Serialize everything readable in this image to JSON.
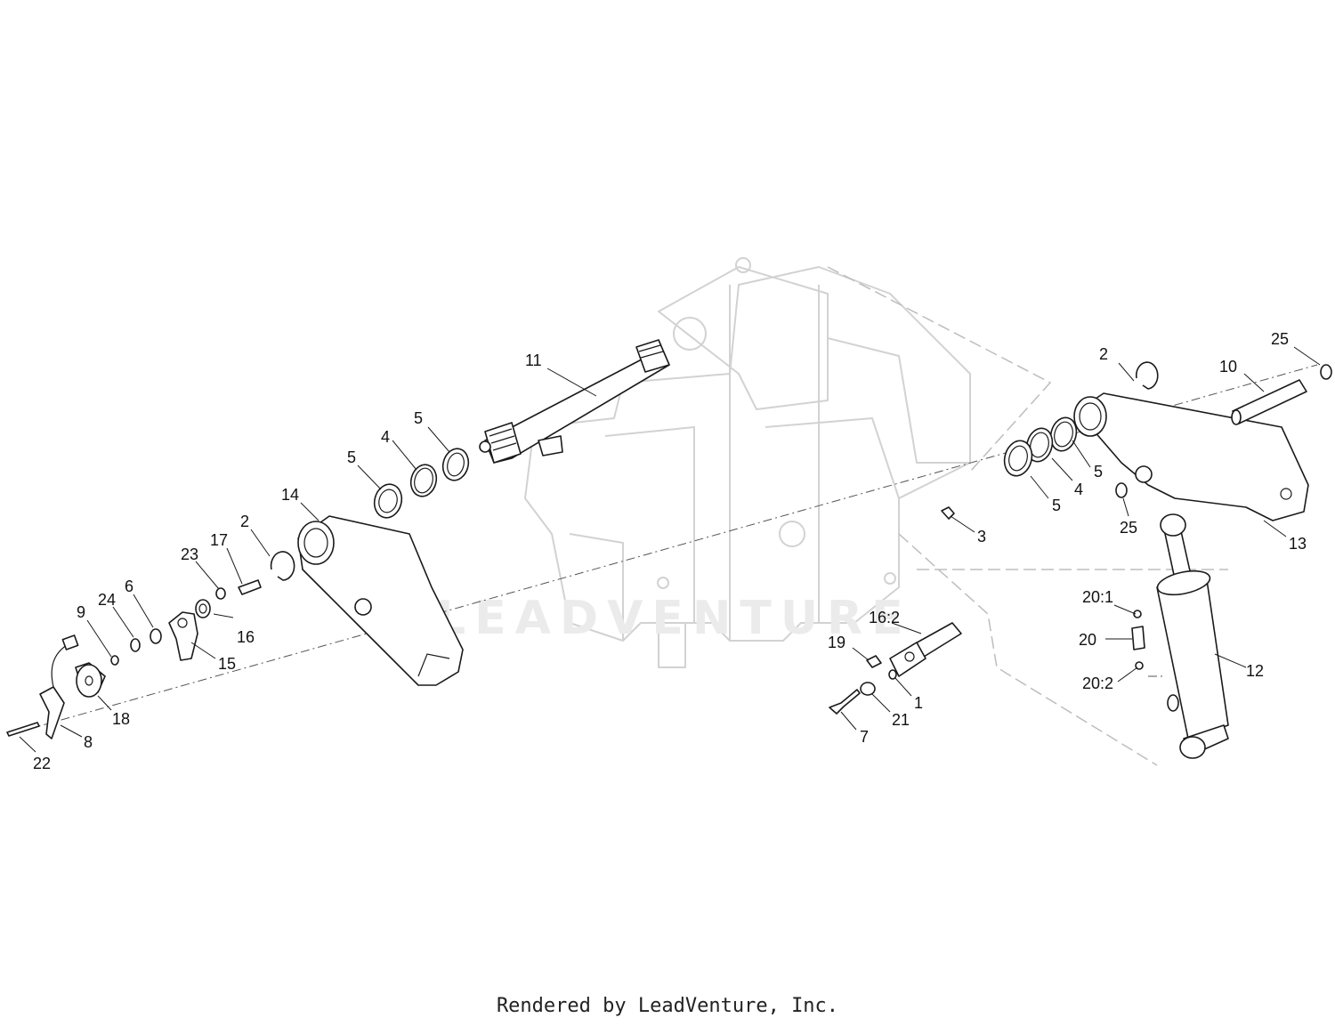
{
  "watermark": "LEADVENTURE",
  "footer": "Rendered by LeadVenture, Inc.",
  "callouts": [
    {
      "id": "c1",
      "text": "1"
    },
    {
      "id": "c2a",
      "text": "2"
    },
    {
      "id": "c2b",
      "text": "2"
    },
    {
      "id": "c3",
      "text": "3"
    },
    {
      "id": "c4a",
      "text": "4"
    },
    {
      "id": "c4b",
      "text": "4"
    },
    {
      "id": "c5a",
      "text": "5"
    },
    {
      "id": "c5b",
      "text": "5"
    },
    {
      "id": "c5c",
      "text": "5"
    },
    {
      "id": "c5d",
      "text": "5"
    },
    {
      "id": "c6",
      "text": "6"
    },
    {
      "id": "c7",
      "text": "7"
    },
    {
      "id": "c8",
      "text": "8"
    },
    {
      "id": "c9",
      "text": "9"
    },
    {
      "id": "c10",
      "text": "10"
    },
    {
      "id": "c11",
      "text": "11"
    },
    {
      "id": "c12",
      "text": "12"
    },
    {
      "id": "c13",
      "text": "13"
    },
    {
      "id": "c14",
      "text": "14"
    },
    {
      "id": "c15",
      "text": "15"
    },
    {
      "id": "c16",
      "text": "16"
    },
    {
      "id": "c16_2",
      "text": "16:2"
    },
    {
      "id": "c17",
      "text": "17"
    },
    {
      "id": "c18",
      "text": "18"
    },
    {
      "id": "c19",
      "text": "19"
    },
    {
      "id": "c20",
      "text": "20"
    },
    {
      "id": "c20_1",
      "text": "20:1"
    },
    {
      "id": "c20_2",
      "text": "20:2"
    },
    {
      "id": "c21",
      "text": "21"
    },
    {
      "id": "c22",
      "text": "22"
    },
    {
      "id": "c23",
      "text": "23"
    },
    {
      "id": "c24",
      "text": "24"
    },
    {
      "id": "c25a",
      "text": "25"
    },
    {
      "id": "c25b",
      "text": "25"
    }
  ]
}
